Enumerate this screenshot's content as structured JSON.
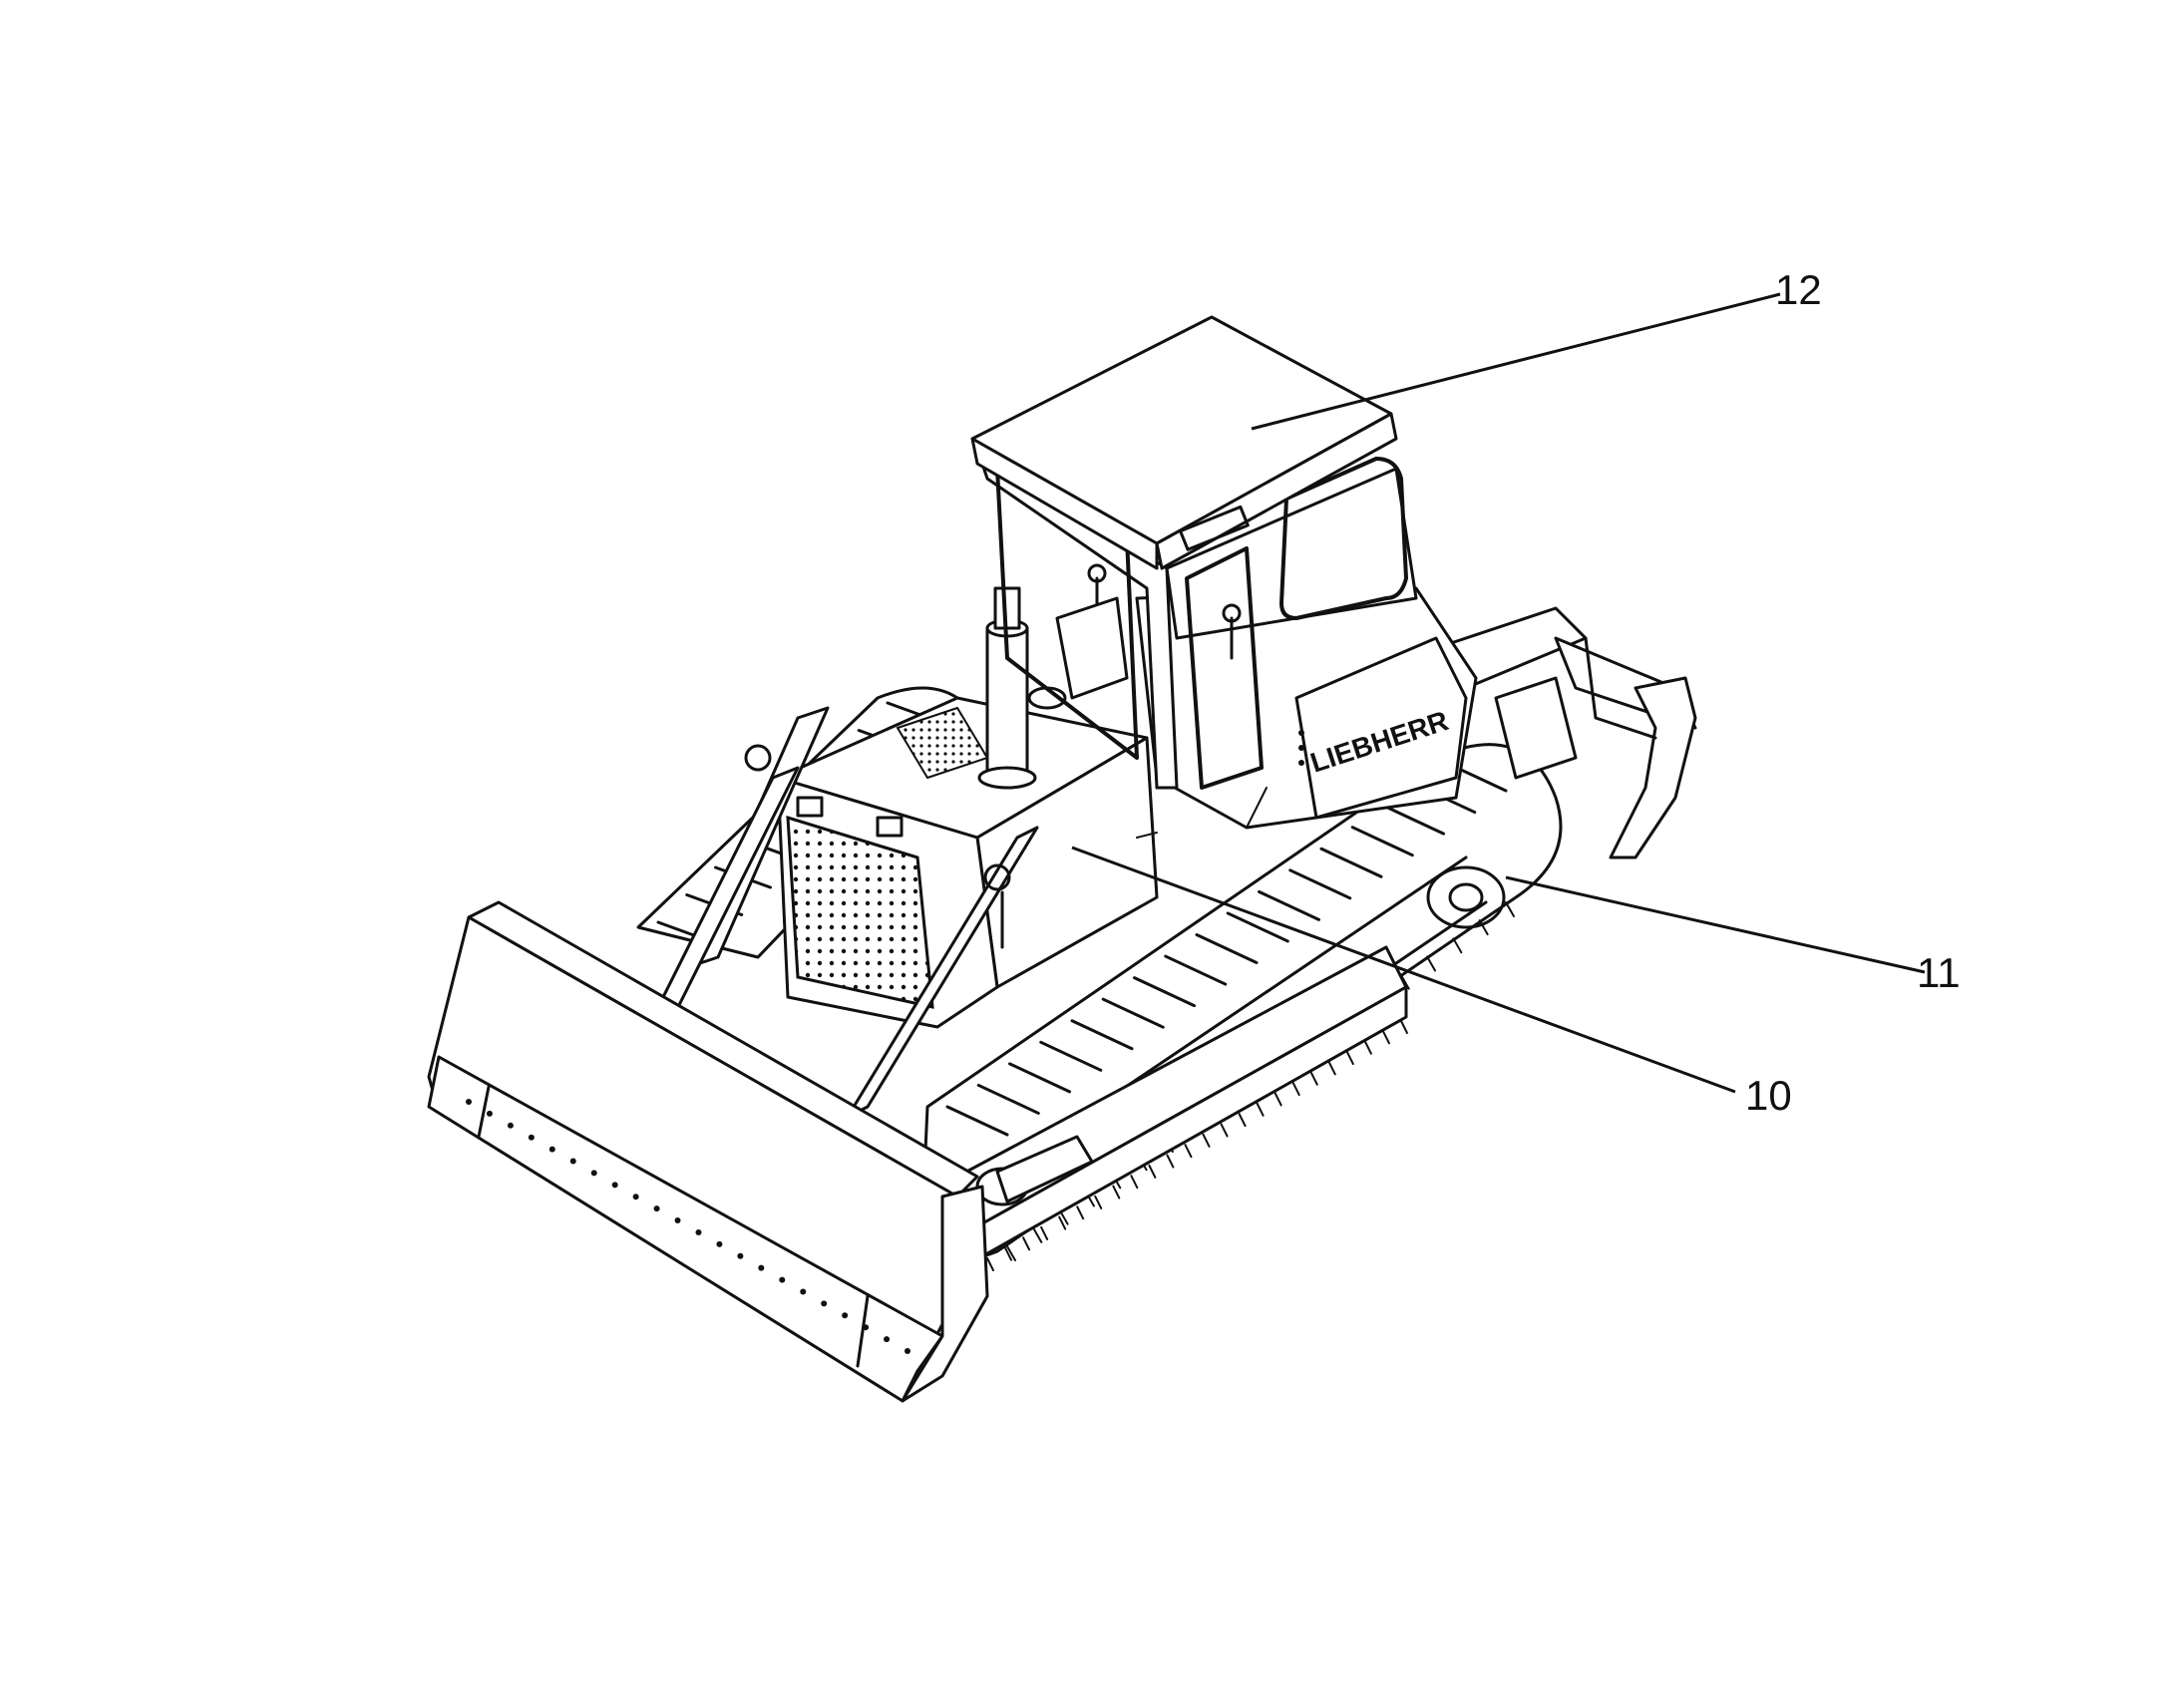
{
  "figure": {
    "subject": "crawler-dozer-line-drawing",
    "brand_text": "LIEBHERR",
    "colors": {
      "ink": "#111111",
      "background": "#ffffff"
    }
  },
  "callouts": [
    {
      "id": "callout-12",
      "label": "12"
    },
    {
      "id": "callout-11",
      "label": "11"
    },
    {
      "id": "callout-10",
      "label": "10"
    }
  ]
}
